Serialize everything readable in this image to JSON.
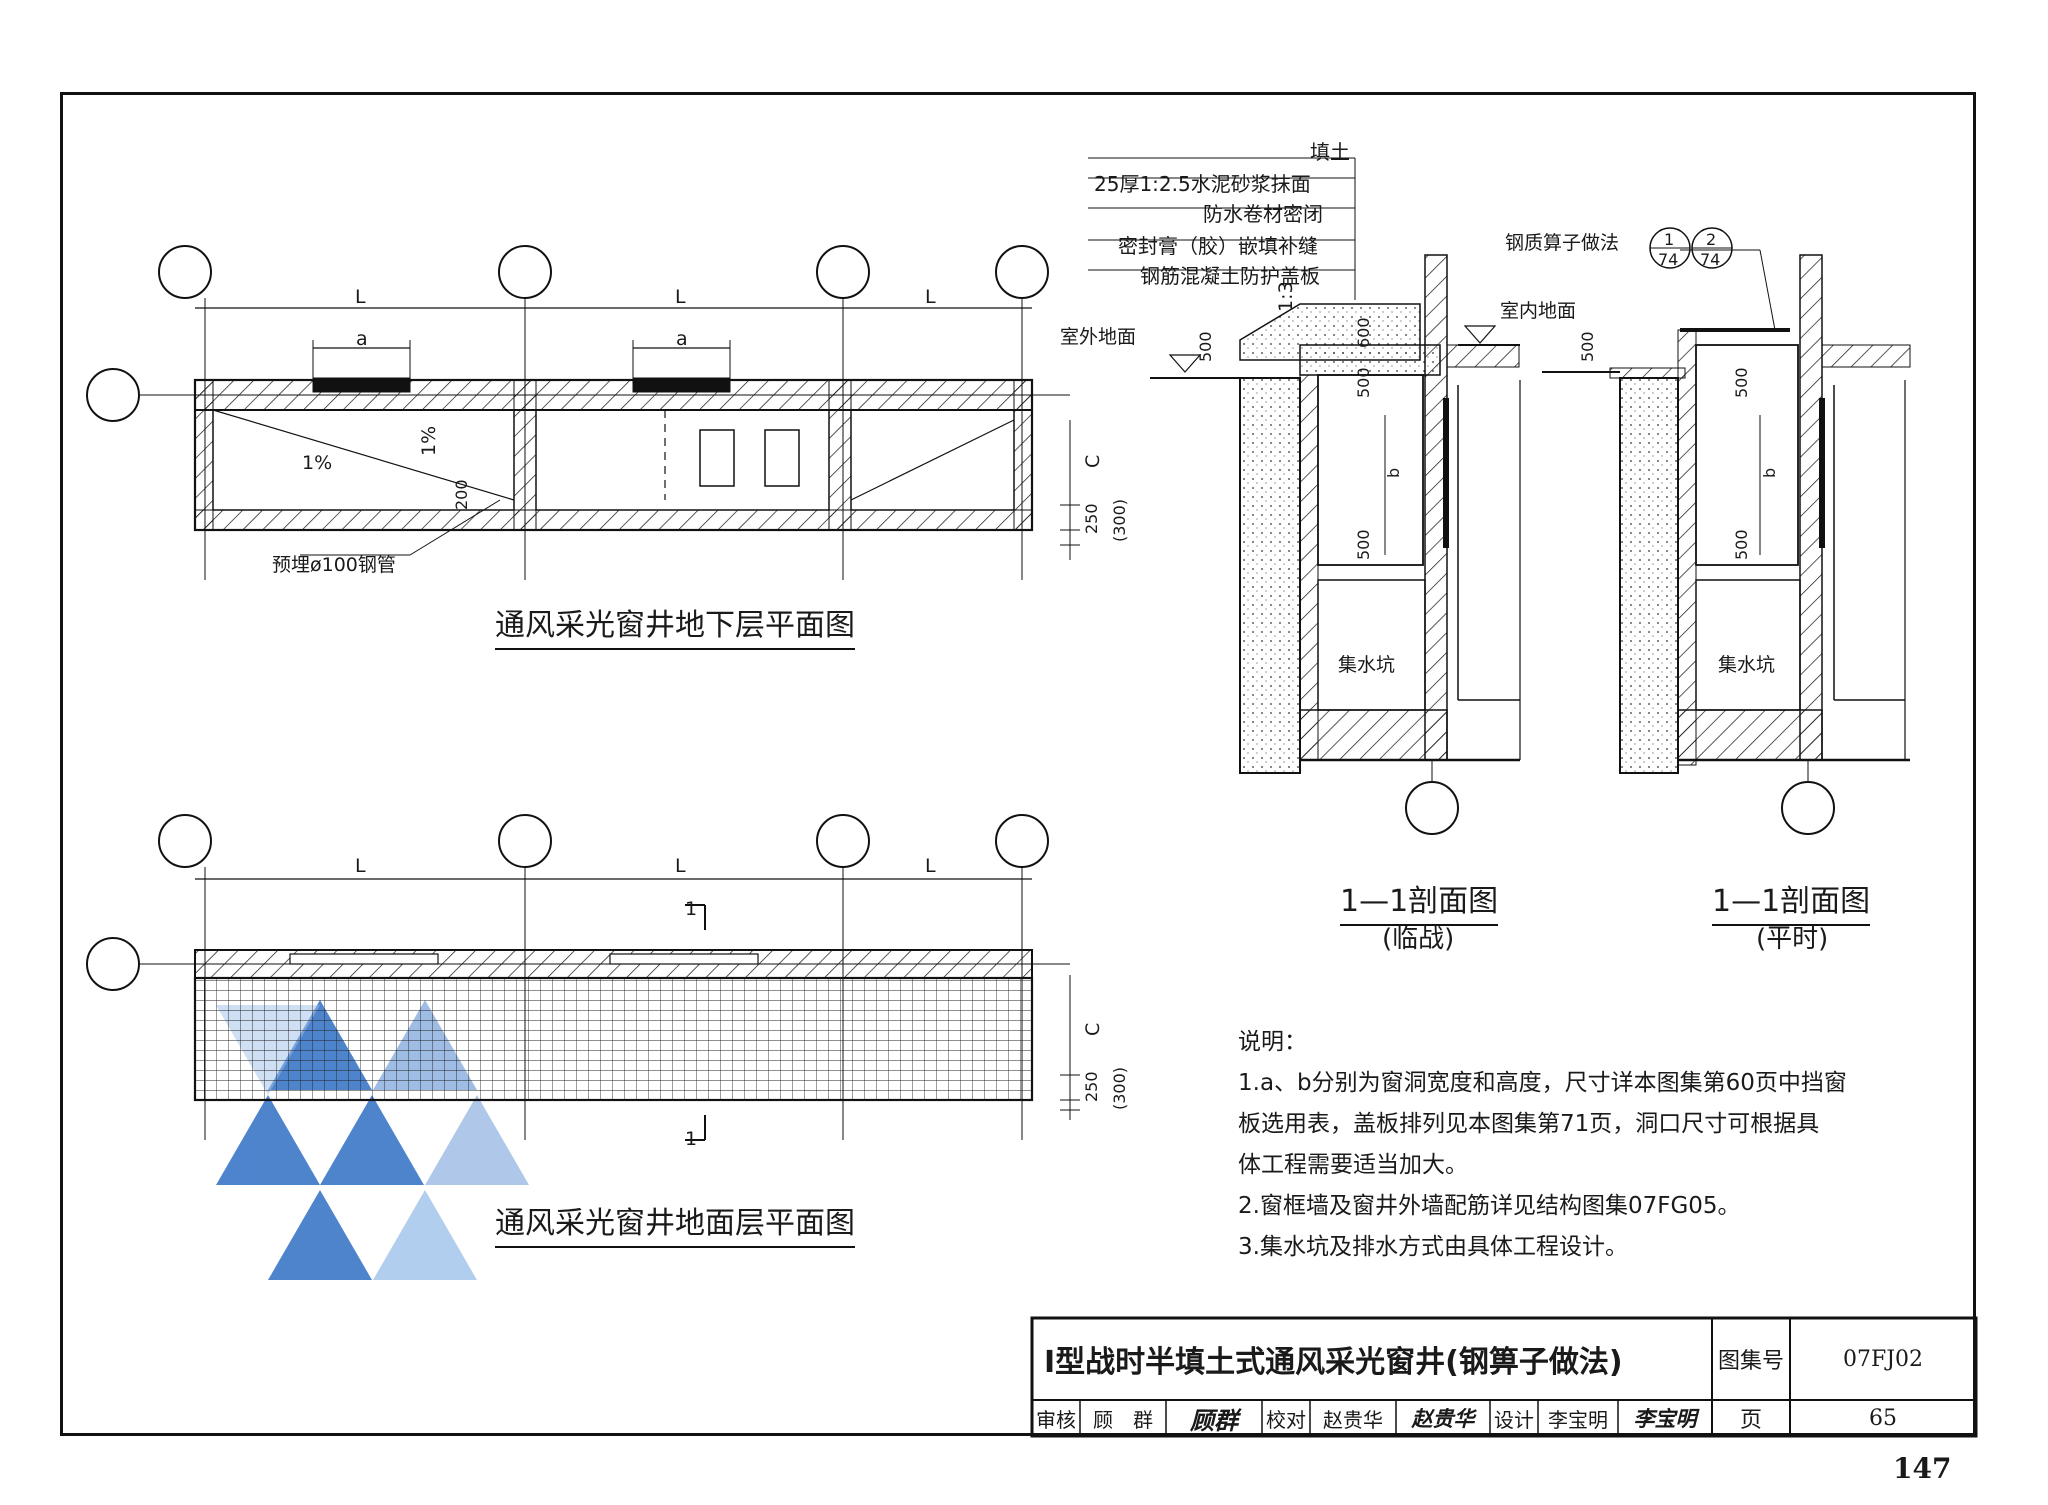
{
  "plans": {
    "basement_title": "通风采光窗井地下层平面图",
    "ground_title": "通风采光窗井地面层平面图",
    "bay_label": "L",
    "opening_label": "a",
    "slope_a": "1%",
    "slope_b": "1%",
    "pipe_offset": "200",
    "pipe_label": "预埋ø100钢管",
    "dim_c": "C",
    "dim_250": "250",
    "dim_300": "(300)",
    "section_mark": "1"
  },
  "section": {
    "callouts": [
      "填土",
      "25厚1:2.5水泥砂浆抹面",
      "防水卷材密闭",
      "密封膏（胶）嵌填补缝",
      "钢筋混凝土防护盖板"
    ],
    "outdoor_grade": "室外地面",
    "indoor_floor": "室内地面",
    "grating_label": "钢质算子做法",
    "ref1_top": "1",
    "ref1_bottom": "74",
    "ref2_top": "2",
    "ref2_bottom": "74",
    "slope_ratio": "1:3",
    "dim_500": "500",
    "dim_600": "600",
    "dim_b": "b",
    "sump": "集水坑",
    "wartime_title": "1—1剖面图",
    "wartime_sub": "(临战)",
    "peacetime_title": "1—1剖面图",
    "peacetime_sub": "(平时)"
  },
  "notes": {
    "heading": "说明：",
    "lines": [
      "1.a、b分别为窗洞宽度和高度，尺寸详本图集第60页中挡窗",
      "板选用表，盖板排列见本图集第71页，洞口尺寸可根据具",
      "体工程需要适当加大。",
      "2.窗框墙及窗井外墙配筋详见结构图集07FG05。",
      "3.集水坑及排水方式由具体工程设计。"
    ]
  },
  "title_block": {
    "title": "Ⅰ型战时半填土式通风采光窗井(钢箅子做法)",
    "atlas_label": "图集号",
    "atlas_no": "07FJ02",
    "page_label": "页",
    "page_no": "65",
    "review_label": "审核",
    "reviewer": "顾　群",
    "reviewer_sig": "顾群",
    "check_label": "校对",
    "checker": "赵贵华",
    "checker_sig": "赵贵华",
    "design_label": "设计",
    "designer": "李宝明",
    "designer_sig": "李宝明"
  },
  "sheet_number": "147",
  "colors": {
    "line": "#111111",
    "watermark_dark": "#2f6fc4",
    "watermark_light": "#8fb6e6"
  }
}
